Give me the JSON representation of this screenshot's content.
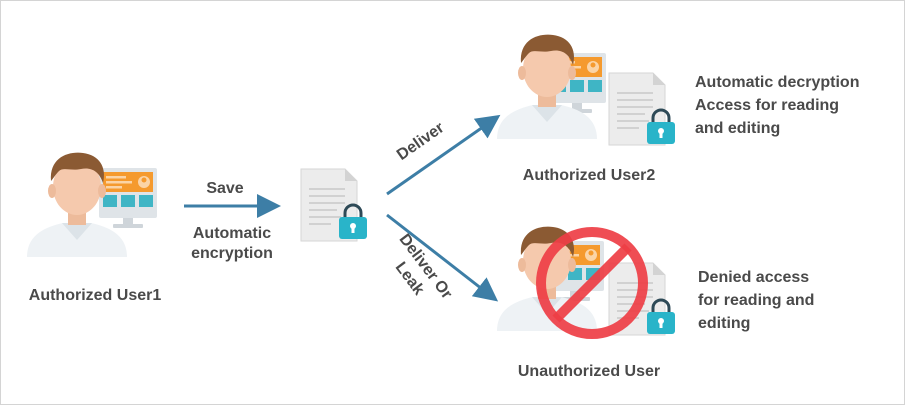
{
  "users": {
    "user1": {
      "name": "Authorized User1"
    },
    "user2": {
      "name": "Authorized User2"
    },
    "unauthorized": {
      "name": "Unauthorized User"
    }
  },
  "arrows": {
    "save": {
      "label": "Save",
      "note": "Automatic\nencryption"
    },
    "deliver": {
      "label": "Deliver"
    },
    "deliver_or_leak": {
      "label": "Deliver Or\nLeak"
    }
  },
  "notes": {
    "authorized": "Automatic decryption\nAccess for reading\nand editing",
    "denied": "Denied access\nfor reading and\nediting"
  },
  "icons": {
    "person": "person-icon",
    "monitor": "monitor-icon",
    "document": "document-icon",
    "lock": "padlock-icon",
    "prohibited": "prohibited-icon"
  },
  "colors": {
    "arrow": "#3d7ea6",
    "lock": "#29b4c9",
    "prohibited": "#ee3e45",
    "hair": "#8b5a33",
    "skin": "#f5c9ad",
    "monitor_screen": "#f59a2e"
  }
}
